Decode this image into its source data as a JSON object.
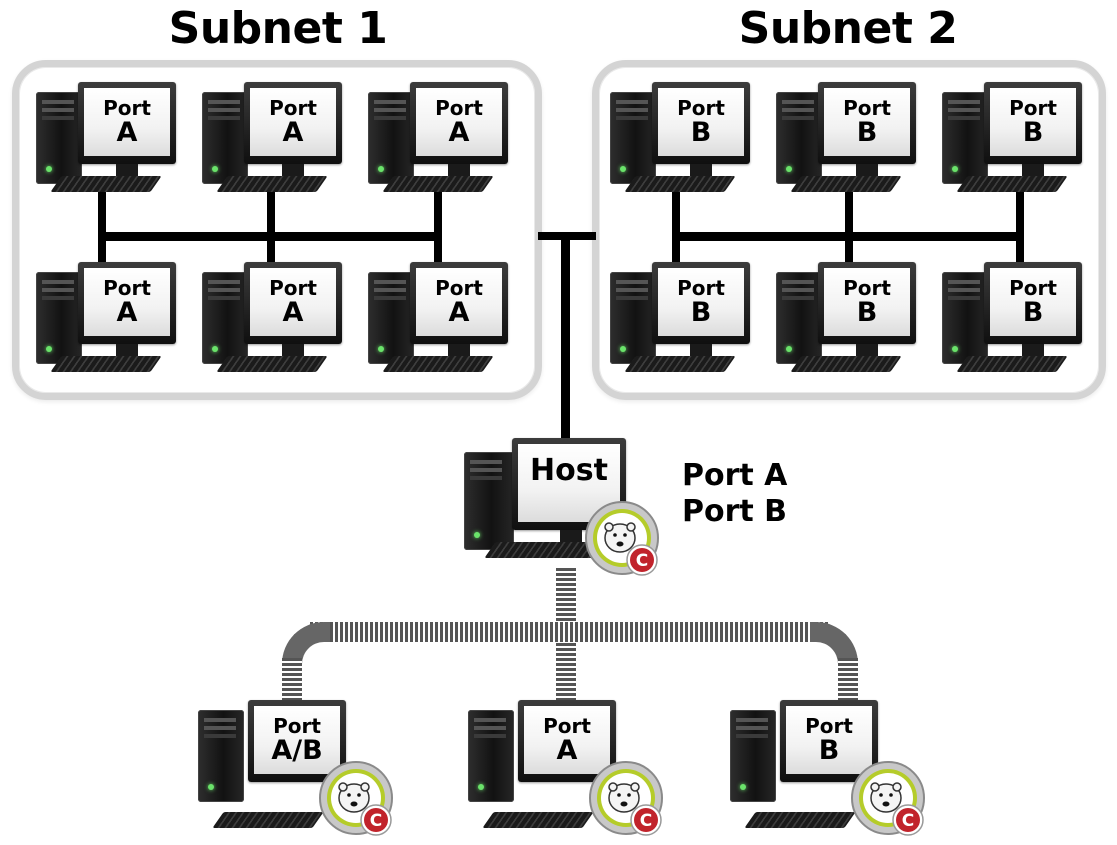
{
  "subnet1": {
    "title": "Subnet 1",
    "computers": [
      {
        "port_label": "Port",
        "port_value": "A"
      },
      {
        "port_label": "Port",
        "port_value": "A"
      },
      {
        "port_label": "Port",
        "port_value": "A"
      },
      {
        "port_label": "Port",
        "port_value": "A"
      },
      {
        "port_label": "Port",
        "port_value": "A"
      },
      {
        "port_label": "Port",
        "port_value": "A"
      }
    ]
  },
  "subnet2": {
    "title": "Subnet 2",
    "computers": [
      {
        "port_label": "Port",
        "port_value": "B"
      },
      {
        "port_label": "Port",
        "port_value": "B"
      },
      {
        "port_label": "Port",
        "port_value": "B"
      },
      {
        "port_label": "Port",
        "port_value": "B"
      },
      {
        "port_label": "Port",
        "port_value": "B"
      },
      {
        "port_label": "Port",
        "port_value": "B"
      }
    ]
  },
  "host": {
    "screen_label": "Host",
    "ports": [
      "Port A",
      "Port B"
    ]
  },
  "clients": [
    {
      "port_label": "Port",
      "port_value": "A/B"
    },
    {
      "port_label": "Port",
      "port_value": "A"
    },
    {
      "port_label": "Port",
      "port_value": "B"
    }
  ],
  "badge": {
    "letter": "C",
    "icon": "polar-bear-icon",
    "colors": {
      "ring": "#c8c8c8",
      "inner_ring": "#b5cc2a",
      "letter_bg": "#c1232b"
    }
  }
}
